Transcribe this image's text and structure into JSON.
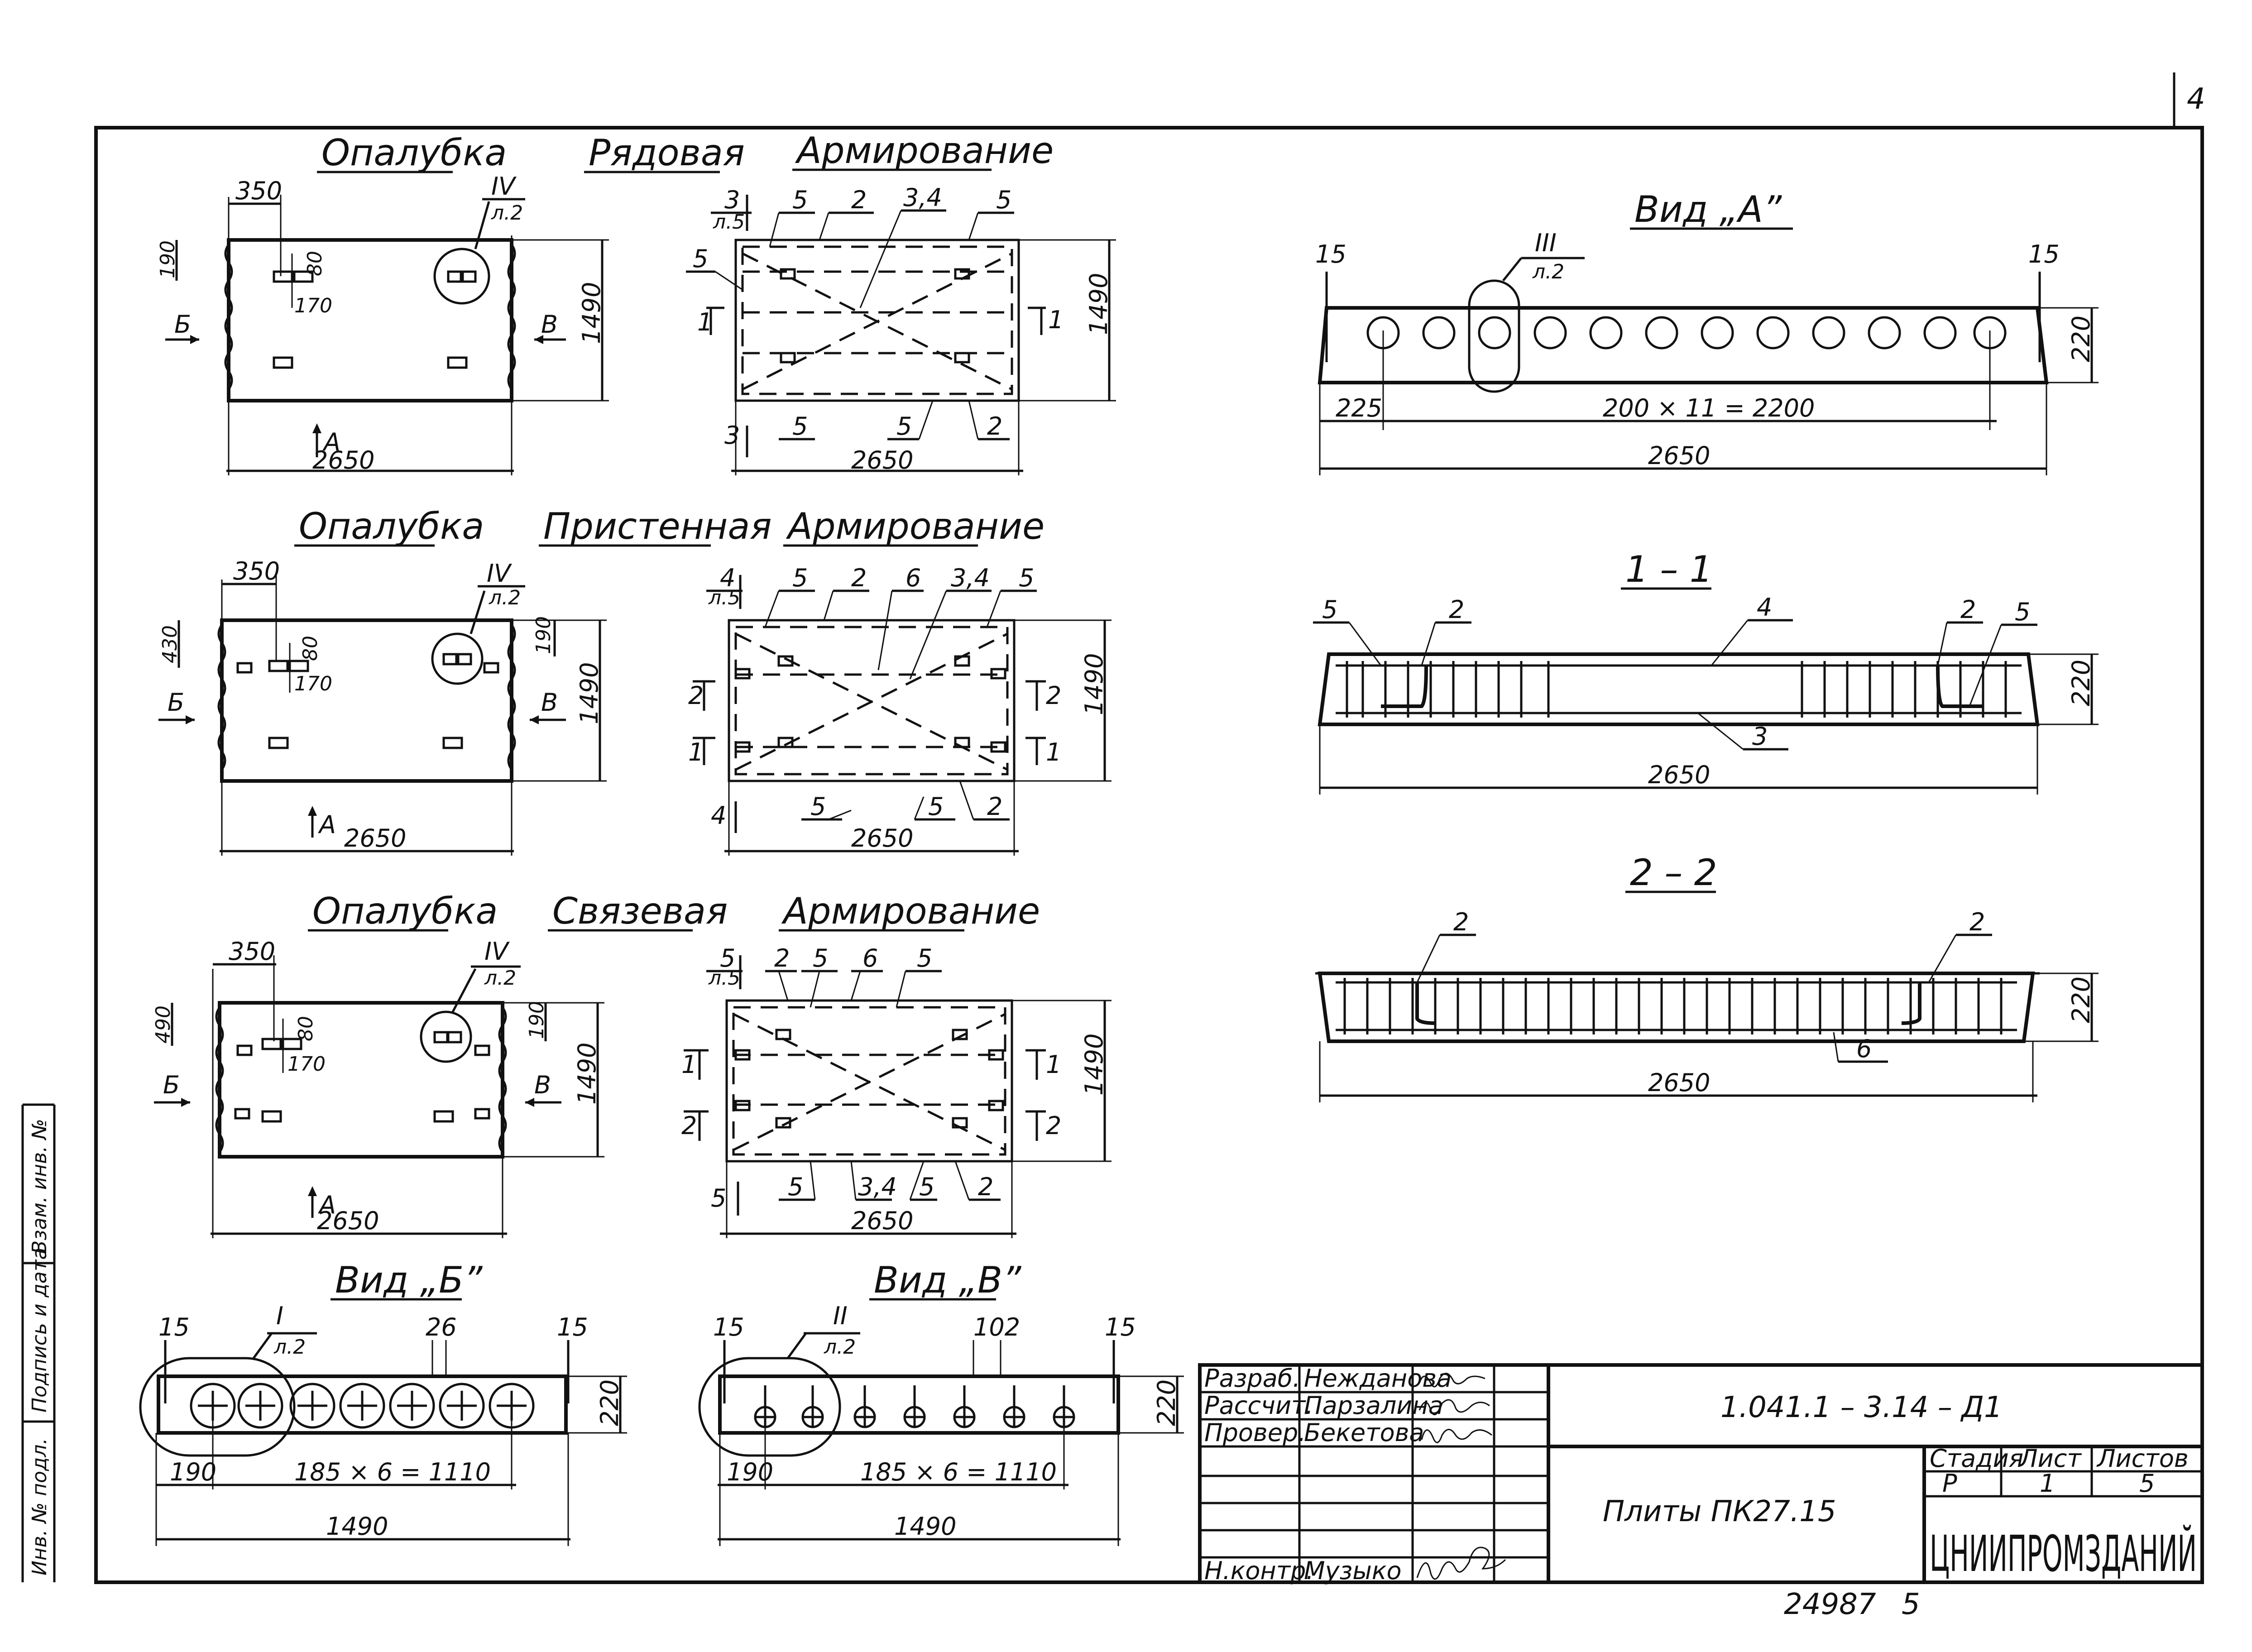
{
  "sheet": {
    "page_number": "4",
    "bottom_code": "24987",
    "bottom_format": "5",
    "side_stamp": [
      "Инв. № подл.",
      "Подпись и дата",
      "Взам. инв. №"
    ]
  },
  "plans": {
    "formwork_label": "Опалубка",
    "reinforcement_label": "Армирование",
    "types": [
      "Рядовая",
      "Пристенная",
      "Связевая"
    ],
    "dim_350": "350",
    "dim_170": "170",
    "dim_80": "80",
    "dim_190": "190",
    "dim_430": "430",
    "dim_490": "490",
    "dim_1490": "1490",
    "dim_2650": "2650",
    "callout_iv": "IV",
    "callout_l2": "л.2",
    "callout_l5": "л.5",
    "arrow_b": "Б",
    "arrow_v": "В",
    "arrow_a": "А",
    "pos_2": "2",
    "pos_3": "3",
    "pos_34": "3,4",
    "pos_5": "5",
    "pos_6": "6",
    "sec_1": "1",
    "sec_2": "2",
    "sec_3": "3",
    "sec_4": "4",
    "sec_5": "5"
  },
  "views": {
    "view_a_title": "Вид „А”",
    "view_b_title": "Вид „Б”",
    "view_v_title": "Вид „В”",
    "section_11": "1 – 1",
    "section_22": "2 – 2",
    "callout_iii": "III",
    "callout_i": "I",
    "callout_ii": "II",
    "callout_l2": "л.2",
    "dim_15": "15",
    "dim_225": "225",
    "dim_220": "220",
    "dim_2650": "2650",
    "dim_200x11": "200 × 11 = 2200",
    "dim_185x6": "185 × 6 = 1110",
    "dim_190": "190",
    "dim_1490": "1490",
    "dim_26": "26",
    "dim_102": "102",
    "pos_2": "2",
    "pos_3": "3",
    "pos_4": "4",
    "pos_5": "5",
    "pos_6": "6"
  },
  "title_block": {
    "roles": [
      "Разраб.",
      "Рассчит.",
      "Провер.",
      "",
      "",
      "",
      "Н.контр."
    ],
    "names": [
      "Нежданова",
      "Парзалина",
      "Бекетова",
      "",
      "",
      "",
      "Музыко"
    ],
    "designation": "1.041.1 – 3.14 – Д1",
    "title": "Плиты ПК27.15",
    "stage_header": "Стадия",
    "sheet_header": "Лист",
    "sheets_header": "Листов",
    "stage": "Р",
    "sheet_no": "1",
    "sheets_total": "5",
    "organization": "ЦНИИПРОМЗДАНИЙ"
  }
}
